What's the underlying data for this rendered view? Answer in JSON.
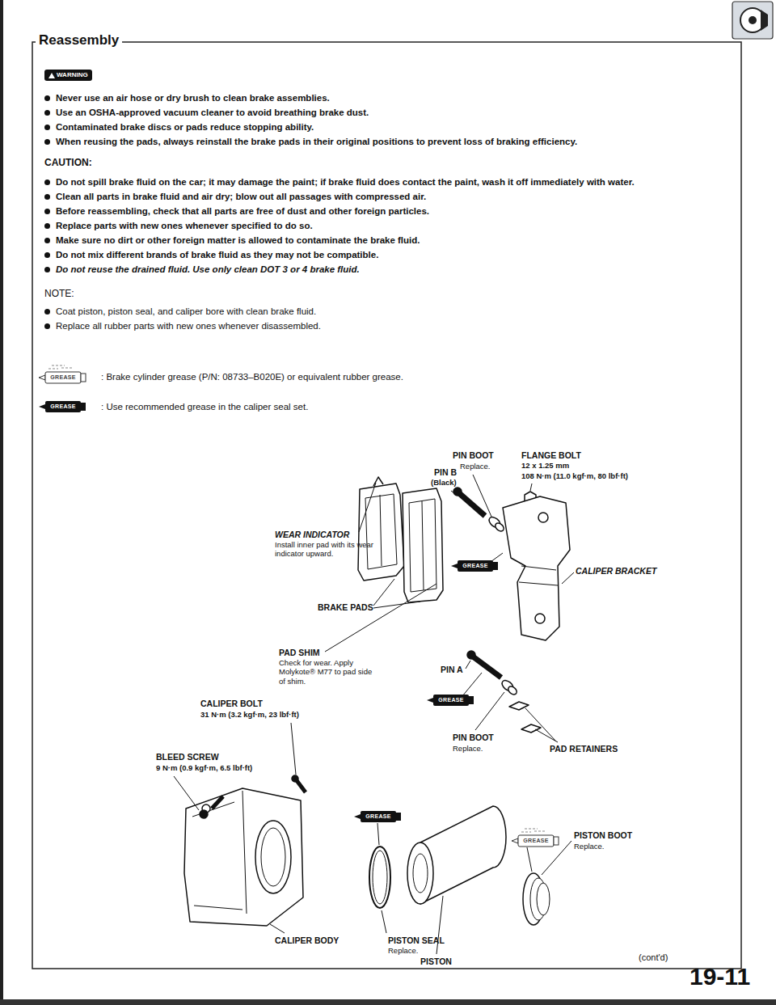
{
  "diagram": {
    "title": "Reassembly",
    "labels": [
      "WARNING",
      "Never use an air hose or dry brush to clean brake assemblies.",
      "Use an OSHA-approved vacuum cleaner to avoid breathing brake dust.",
      "Contaminated brake discs or pads reduce stopping ability.",
      "When reusing the pads, always reinstall the brake pads in their original positions to prevent loss of braking efficiency.",
      "CAUTION:",
      "Do not spill brake fluid on the car; it may damage the paint; if brake fluid does contact the paint, wash it off immediately with water.",
      "Clean all parts in brake fluid and air dry; blow out all passages with compressed air.",
      "Before reassembling, check that all parts are free of dust and other foreign particles.",
      "Replace parts with new ones whenever specified to do so.",
      "Make sure no dirt or other foreign matter is allowed to contaminate the brake fluid.",
      "Do not mix different brands of brake fluid as they may not be compatible.",
      "Do not reuse the drained fluid. Use only clean DOT 3 or 4 brake fluid.",
      "NOTE:",
      "Coat piston, piston seal, and caliper bore with clean brake fluid.",
      "Replace all rubber parts with new ones whenever disassembled.",
      "GREASE",
      "GREASE",
      "PIN BOOT",
      "Replace.",
      "FLANGE BOLT",
      "12 x 1.25 mm",
      "108 N·m (11.0 kgf·m, 80 lbf·ft)",
      "PIN B",
      "(Black)",
      "WEAR INDICATOR",
      "Install inner pad with its wear indicator upward.",
      "CALIPER BRACKET",
      "BRAKE PADS",
      "GREASE",
      "PAD SHIM",
      "Check for wear. Apply Molykote® M77 to pad side of shim.",
      "PIN A",
      "CALIPER BOLT",
      "31 N·m (3.2 kgf·m, 23 lbf·ft)",
      "GREASE",
      "PIN BOOT",
      "Replace.",
      "PAD RETAINERS",
      "BLEED SCREW",
      "9 N·m (0.9 kgf·m, 6.5 lbf·ft)",
      "GREASE",
      "GREASE",
      "PISTON BOOT",
      "Replace.",
      "CALIPER BODY",
      "PISTON SEAL",
      "Replace.",
      "PISTON",
      "(cont'd)",
      "19-11"
    ],
    "legend": [
      {
        "text": ": Brake cylinder grease (P/N: 08733–B020E) or equivalent rubber grease."
      },
      {
        "text": ": Use recommended grease in the caliper seal set."
      }
    ]
  }
}
